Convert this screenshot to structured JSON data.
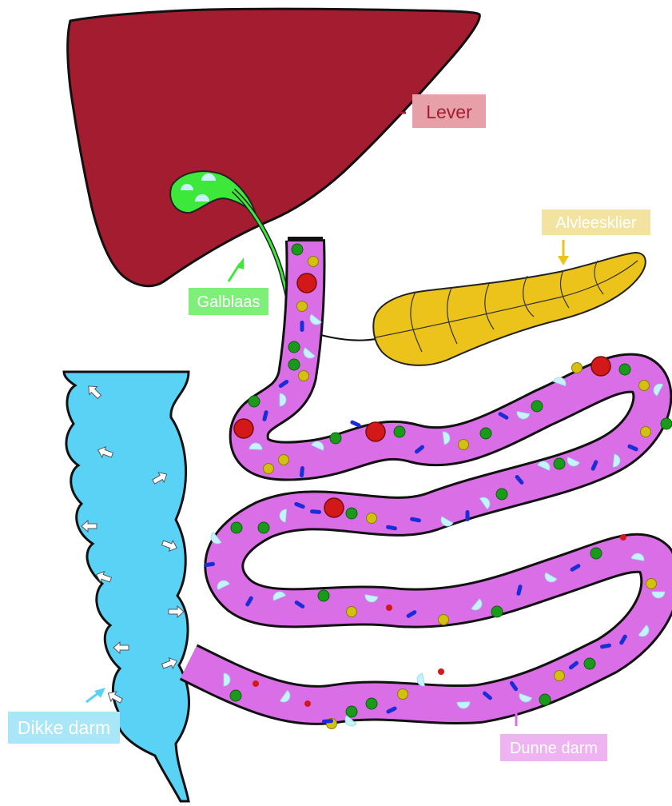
{
  "labels": {
    "liver": "Lever",
    "gallbladder": "Galblaas",
    "pancreas": "Alvleesklier",
    "large_intestine": "Dikke darm",
    "small_intestine": "Dunne darm"
  },
  "colors": {
    "liver": "#a31c30",
    "liver_label_bg": "#e8a0a8",
    "liver_label_text": "#a31c30",
    "gallbladder": "#3ee83a",
    "gallbladder_label_bg": "#7ef07a",
    "pancreas": "#ecc31a",
    "pancreas_label_bg": "#f3e3a0",
    "pancreas_label_text": "#ffffff",
    "small_intestine": "#d96ee6",
    "small_intestine_label_bg": "#eeb4f2",
    "large_intestine": "#5ad2f5",
    "large_intestine_label_bg": "#a8e6f8",
    "outline": "#111111",
    "particle_green": "#1a9a1a",
    "particle_yellow": "#d4c010",
    "particle_red": "#d21818",
    "particle_blue": "#1a2ed8",
    "particle_light": "#c8f2fb"
  }
}
